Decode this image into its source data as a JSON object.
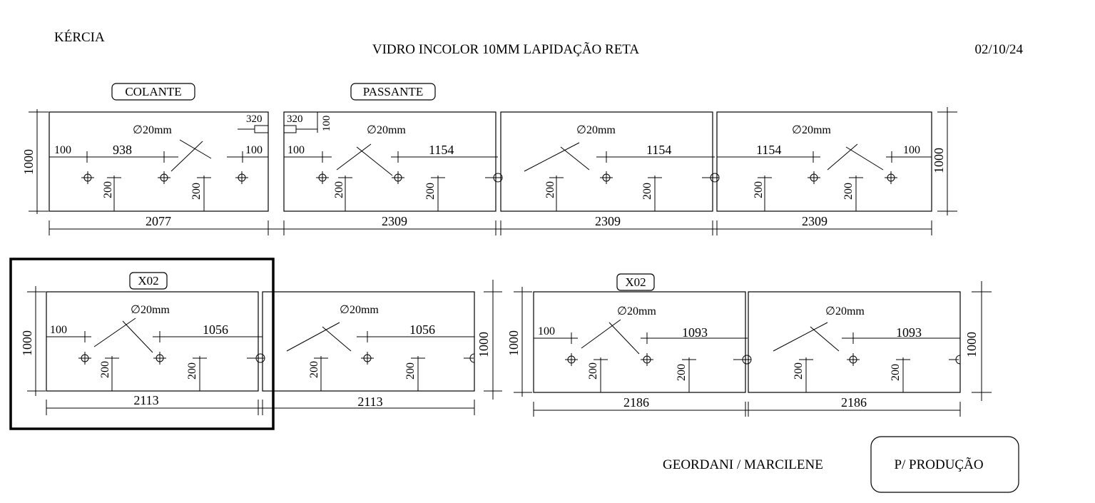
{
  "header": {
    "client": "KÉRCIA",
    "title": "VIDRO INCOLOR 10MM LAPIDAÇÃO RETA",
    "date": "02/10/24"
  },
  "footer": {
    "names": "GEORDANI / MARCILENE",
    "stamp": "P/ PRODUÇÃO"
  },
  "tags": {
    "colante": "COLANTE",
    "passante": "PASSANTE",
    "x02_a": "X02",
    "x02_b": "X02"
  },
  "hole": "∅20mm",
  "dims": {
    "h1000": "1000",
    "d100": "100",
    "d200": "200",
    "d320": "320",
    "d938": "938",
    "d1154": "1154",
    "d1056": "1056",
    "d1093": "1093",
    "w2077": "2077",
    "w2309": "2309",
    "w2113": "2113",
    "w2186": "2186"
  }
}
